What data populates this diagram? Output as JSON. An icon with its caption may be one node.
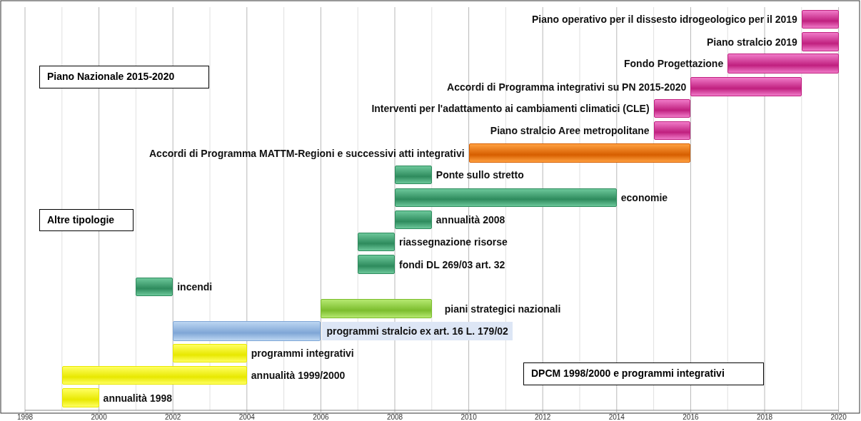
{
  "diagram": {
    "nodes": [
      {
        "text": [],
        "shape": "bar",
        "beside": [
          "Piano operativo per il dissesto idrogeologico per il 2019"
        ]
      },
      {
        "text": [],
        "shape": "bar",
        "beside": [
          "Piano stralcio 2019"
        ]
      },
      {
        "text": [],
        "shape": "bar",
        "beside": [
          "Fondo Progettazione"
        ]
      },
      {
        "text": [
          "Piano Nazionale 2015-2020"
        ]
      },
      {
        "text": [],
        "shape": "bar",
        "beside": [
          "Accordi di Programma integrativi su PN 2015-2020"
        ]
      },
      {
        "text": [],
        "shape": "bar",
        "beside": [
          "Interventi per l'adattamento ai cambiamenti climatici (CLE)"
        ]
      },
      {
        "text": [],
        "shape": "bar",
        "beside": [
          "Piano stralcio Aree metropolitane"
        ]
      },
      {
        "text": [],
        "shape": "bar",
        "beside": [
          "Accordi di Programma MATTM-Regioni e successivi atti integrativi"
        ]
      },
      {
        "text": [],
        "shape": "bar",
        "beside": [
          "Ponte sullo stretto"
        ]
      },
      {
        "text": [],
        "shape": "bar",
        "beside": [
          "economie"
        ]
      },
      {
        "text": [],
        "shape": "bar",
        "beside": [
          "annualità 2008"
        ]
      },
      {
        "text": [
          "Altre tipologie"
        ]
      },
      {
        "text": [],
        "shape": "bar",
        "beside": [
          "riassegnazione risorse"
        ]
      },
      {
        "text": [],
        "shape": "bar",
        "beside": [
          "fondi DL 269/03 art. 32"
        ]
      },
      {
        "text": [],
        "shape": "bar",
        "beside": [
          "incendi"
        ]
      },
      {
        "text": [],
        "shape": "bar",
        "beside": [
          "piani strategici nazionali"
        ]
      },
      {
        "text": [],
        "shape": "bar",
        "beside": [
          "programmi stralcio ex art. 16 L. 179/02"
        ]
      },
      {
        "text": [],
        "shape": "bar",
        "beside": [
          "programmi integrativi"
        ]
      },
      {
        "text": [
          "DPCM 1998/2000 e programmi integrativi"
        ]
      },
      {
        "text": [],
        "shape": "bar",
        "beside": [
          "annualità 1999/2000"
        ]
      },
      {
        "text": [],
        "shape": "bar",
        "beside": [
          "annualità 1998"
        ]
      }
    ],
    "edges": [],
    "labels": [
      "1998",
      "2000",
      "2002",
      "2004",
      "2006",
      "2008",
      "2010",
      "2012",
      "2014",
      "2016",
      "2018",
      "2020"
    ]
  }
}
